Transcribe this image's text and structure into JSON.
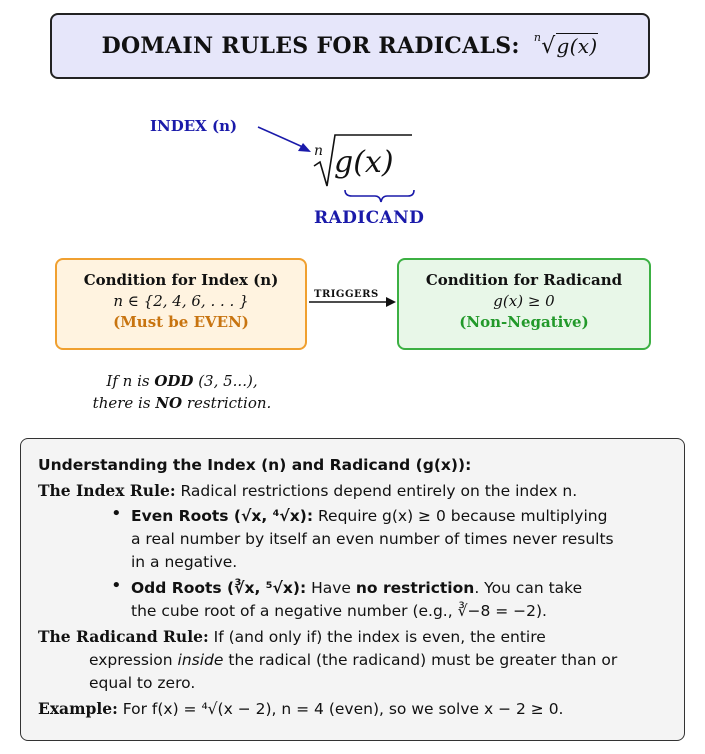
{
  "title": {
    "text": "DOMAIN RULES FOR RADICALS:",
    "formula": "g(x)",
    "index_symbol": "n"
  },
  "figure": {
    "index_label": "INDEX (n)",
    "radical_index": "n",
    "radicand_expr": "g(x)",
    "radicand_label": "RADICAND"
  },
  "index_condition": {
    "title": "Condition for Index (n)",
    "set": "n ∈ {2, 4, 6, . . . }",
    "note": "(Must be EVEN)"
  },
  "arrow_label": "TRIGGERS",
  "radicand_condition": {
    "title": "Condition for Radicand",
    "inequality": "g(x) ≥ 0",
    "note": "(Non-Negative)"
  },
  "odd_note": {
    "line1_pre": "If n is ",
    "line1_bold": "ODD",
    "line1_post": " (3, 5...),",
    "line2_pre": "there is ",
    "line2_bold": "NO",
    "line2_post": " restriction."
  },
  "explanation": {
    "heading": "Understanding the Index (n) and Radicand (g(x)):",
    "index_rule_label": "The Index Rule:",
    "index_rule_text": "Radical restrictions depend entirely on the index n.",
    "even_label": "Even Roots (√x, ⁴√x):",
    "even_text_1": "Require g(x) ≥ 0 because multiplying",
    "even_text_2": "a real number by itself an even number of times never results",
    "even_text_3": "in a negative.",
    "odd_label": "Odd Roots (∛x, ⁵√x):",
    "odd_text_pre": "Have ",
    "odd_text_bold": "no restriction",
    "odd_text_post": ". You can take",
    "odd_text_2": "the cube root of a negative number (e.g., ∛−8 = −2).",
    "radicand_rule_label": "The Radicand Rule:",
    "radicand_rule_1": "If (and only if) the index is even, the entire",
    "radicand_rule_2_pre": "expression ",
    "radicand_rule_2_em": "inside",
    "radicand_rule_2_post": " the radical (the radicand) must be greater than or",
    "radicand_rule_3": "equal to zero.",
    "example_label": "Example:",
    "example_text": "For f(x) = ⁴√(x − 2), n = 4 (even), so we solve x − 2 ≥ 0."
  },
  "colors": {
    "title_bg": "#e6e6fa",
    "blue_label": "#1a1aaa",
    "index_box_bg": "#fff3e0",
    "index_box_border": "#f0a030",
    "radicand_box_bg": "#e8f7e8",
    "radicand_box_border": "#3cb043",
    "explain_bg": "#f4f4f4"
  }
}
